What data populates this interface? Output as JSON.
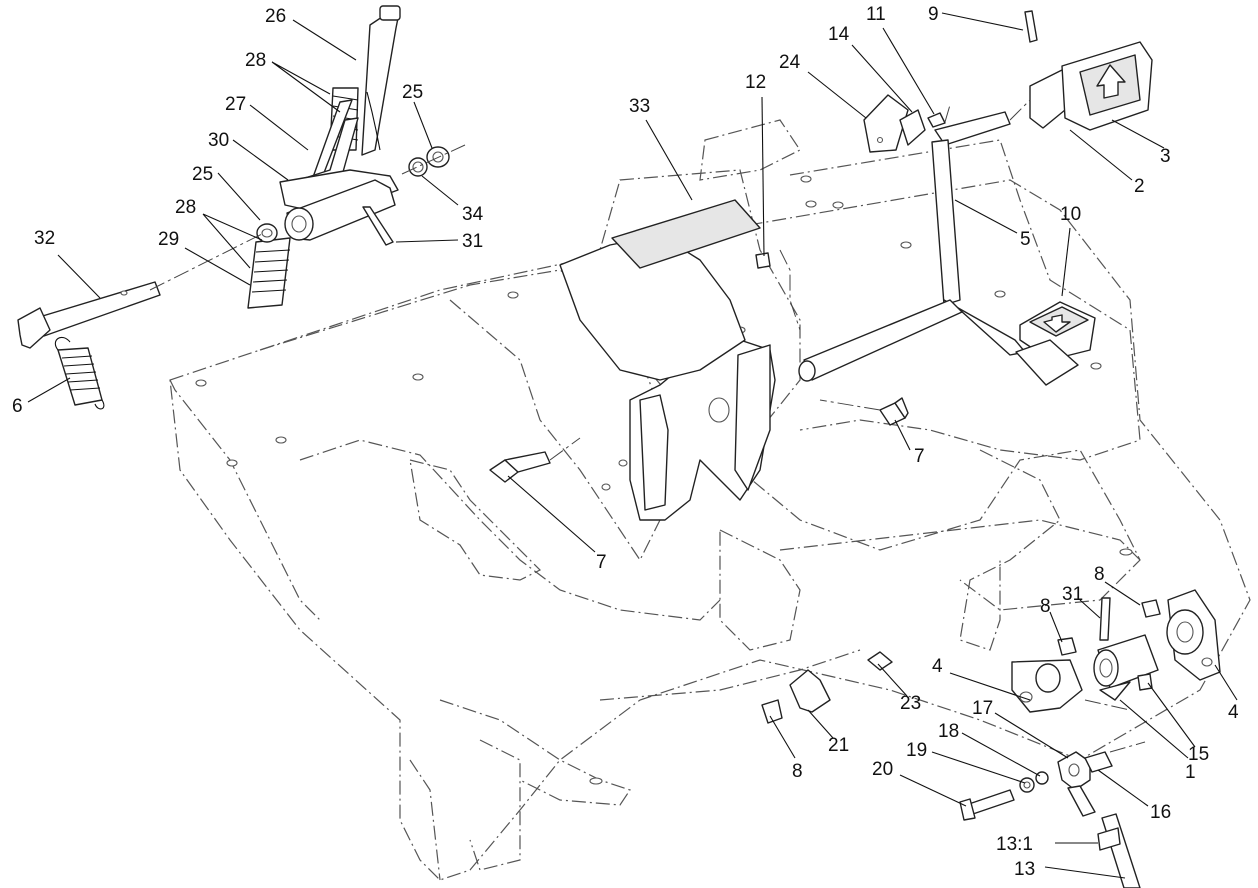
{
  "diagram": {
    "callouts": [
      {
        "id": "c26",
        "text": "26"
      },
      {
        "id": "c28a",
        "text": "28"
      },
      {
        "id": "c27",
        "text": "27"
      },
      {
        "id": "c30",
        "text": "30"
      },
      {
        "id": "c25a",
        "text": "25"
      },
      {
        "id": "c25b",
        "text": "25"
      },
      {
        "id": "c34",
        "text": "34"
      },
      {
        "id": "c31a",
        "text": "31"
      },
      {
        "id": "c28b",
        "text": "28"
      },
      {
        "id": "c29",
        "text": "29"
      },
      {
        "id": "c32",
        "text": "32"
      },
      {
        "id": "c6",
        "text": "6"
      },
      {
        "id": "c33",
        "text": "33"
      },
      {
        "id": "c12",
        "text": "12"
      },
      {
        "id": "c24",
        "text": "24"
      },
      {
        "id": "c14",
        "text": "14"
      },
      {
        "id": "c11",
        "text": "11"
      },
      {
        "id": "c9",
        "text": "9"
      },
      {
        "id": "c3",
        "text": "3"
      },
      {
        "id": "c2",
        "text": "2"
      },
      {
        "id": "c5",
        "text": "5"
      },
      {
        "id": "c10",
        "text": "10"
      },
      {
        "id": "c7a",
        "text": "7"
      },
      {
        "id": "c7b",
        "text": "7"
      },
      {
        "id": "c8a",
        "text": "8"
      },
      {
        "id": "c31b",
        "text": "31"
      },
      {
        "id": "c8b",
        "text": "8"
      },
      {
        "id": "c4a",
        "text": "4"
      },
      {
        "id": "c4b",
        "text": "4"
      },
      {
        "id": "c23",
        "text": "23"
      },
      {
        "id": "c15",
        "text": "15"
      },
      {
        "id": "c1",
        "text": "1"
      },
      {
        "id": "c17",
        "text": "17"
      },
      {
        "id": "c18",
        "text": "18"
      },
      {
        "id": "c19",
        "text": "19"
      },
      {
        "id": "c20",
        "text": "20"
      },
      {
        "id": "c16",
        "text": "16"
      },
      {
        "id": "c21",
        "text": "21"
      },
      {
        "id": "c8c",
        "text": "8"
      },
      {
        "id": "c13_1",
        "text": "13:1"
      },
      {
        "id": "c13",
        "text": "13"
      }
    ]
  }
}
